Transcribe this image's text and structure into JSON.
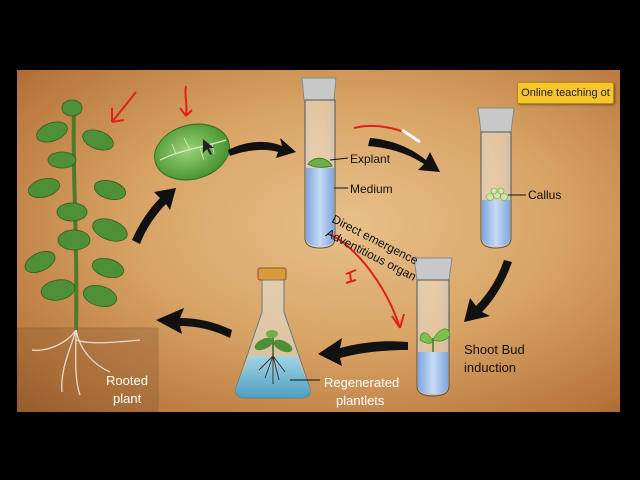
{
  "badge": "Online teaching ot",
  "labels": {
    "explant": "Explant",
    "medium": "Medium",
    "callus": "Callus",
    "direct_emergence": "Direct emergence",
    "adventitious_organ": "Adventitious organ",
    "annotation_mark": "1",
    "shoot_bud_line1": "Shoot Bud",
    "shoot_bud_line2": "induction",
    "regenerated_line1": "Regenerated",
    "regenerated_line2": "plantlets",
    "rooted_line1": "Rooted",
    "rooted_line2": "plant"
  },
  "colors": {
    "background": "#d8a466",
    "medium": "#a9c9ef",
    "annotation": "#e0201c",
    "arrow": "#111111"
  }
}
